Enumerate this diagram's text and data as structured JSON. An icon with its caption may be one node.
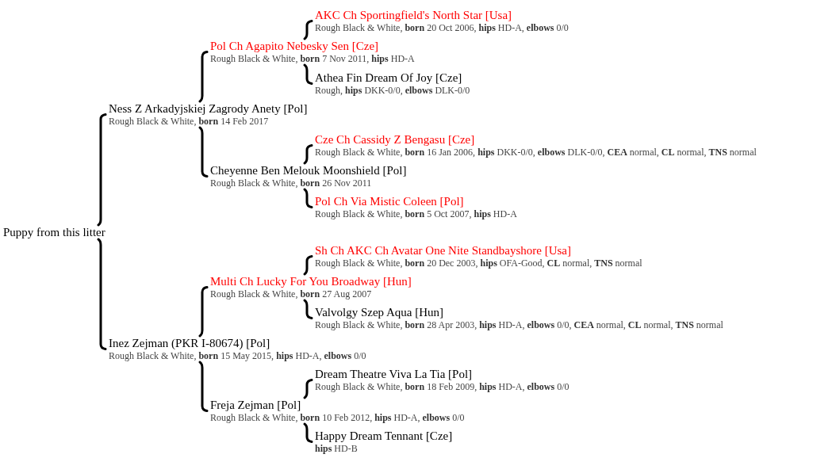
{
  "diagram": {
    "nodes": [
      {
        "text": [
          "AKC Ch Sportingfield's North Star [Usa]",
          "Rough Black & White, **born** 20 Oct 2006, **hips** HD-A, **elbows** 0/0"
        ]
      },
      {
        "text": [
          "Pol Ch Agapito Nebesky Sen [Cze]",
          "Rough Black & White, **born** 7 Nov 2011, **hips** HD-A"
        ]
      },
      {
        "text": [
          "Athea Fin Dream Of Joy [Cze]",
          "Rough, **hips** DKK-0/0, **elbows** DLK-0/0"
        ]
      },
      {
        "text": [
          "Ness Z Arkadyjskiej Zagrody Anety [Pol]",
          "Rough Black & White, **born** 14 Feb 2017"
        ]
      },
      {
        "text": [
          "Cze Ch Cassidy Z Bengasu [Cze]",
          "Rough Black & White, **born** 16 Jan 2006, **hips** DKK-0/0, **elbows** DLK-0/0, **CEA** normal, **CL** normal, **TNS** normal"
        ]
      },
      {
        "text": [
          "Cheyenne Ben Melouk Moonshield [Pol]",
          "Rough Black & White, **born** 26 Nov 2011"
        ]
      },
      {
        "text": [
          "Pol Ch Via Mistic Coleen [Pol]",
          "Rough Black & White, **born** 5 Oct 2007, **hips** HD-A"
        ]
      },
      {
        "text": [
          "Puppy from this litter"
        ]
      },
      {
        "text": [
          "Sh Ch AKC Ch Avatar One Nite Standbayshore [Usa]",
          "Rough Black & White, **born** 20 Dec 2003, **hips** OFA-Good, **CL** normal, **TNS** normal"
        ]
      },
      {
        "text": [
          "Multi Ch Lucky For You Broadway [Hun]",
          "Rough Black & White, **born** 27 Aug 2007"
        ]
      },
      {
        "text": [
          "Valvolgy Szep Aqua [Hun]",
          "Rough Black & White, **born** 28 Apr 2003, **hips** HD-A, **elbows** 0/0, **CEA** normal, **CL** normal, **TNS** normal"
        ]
      },
      {
        "text": [
          "Inez Zejman (PKR I-80674) [Pol]",
          "Rough Black & White, **born** 15 May 2015, **hips** HD-A, **elbows** 0/0"
        ]
      },
      {
        "text": [
          "Dream Theatre Viva La Tia [Pol]",
          "Rough Black & White, **born** 18 Feb 2009, **hips** HD-A, **elbows** 0/0"
        ]
      },
      {
        "text": [
          "Freja Zejman [Pol]",
          "Rough Black & White, **born** 10 Feb 2012, **hips** HD-A, **elbows** 0/0"
        ]
      },
      {
        "text": [
          "Happy Dream Tennant [Cze]",
          "**hips** HD-B"
        ]
      }
    ],
    "edges": [
      {
        "from": 7,
        "to": 3,
        "arrow": "none"
      },
      {
        "from": 7,
        "to": 11,
        "arrow": "none"
      },
      {
        "from": 3,
        "to": 1,
        "arrow": "none"
      },
      {
        "from": 3,
        "to": 5,
        "arrow": "none"
      },
      {
        "from": 1,
        "to": 0,
        "arrow": "none"
      },
      {
        "from": 1,
        "to": 2,
        "arrow": "none"
      },
      {
        "from": 5,
        "to": 4,
        "arrow": "none"
      },
      {
        "from": 5,
        "to": 6,
        "arrow": "none"
      },
      {
        "from": 11,
        "to": 9,
        "arrow": "none"
      },
      {
        "from": 11,
        "to": 13,
        "arrow": "none"
      },
      {
        "from": 9,
        "to": 8,
        "arrow": "none"
      },
      {
        "from": 9,
        "to": 10,
        "arrow": "none"
      },
      {
        "from": 13,
        "to": 12,
        "arrow": "none"
      },
      {
        "from": 13,
        "to": 14,
        "arrow": "none"
      }
    ]
  }
}
